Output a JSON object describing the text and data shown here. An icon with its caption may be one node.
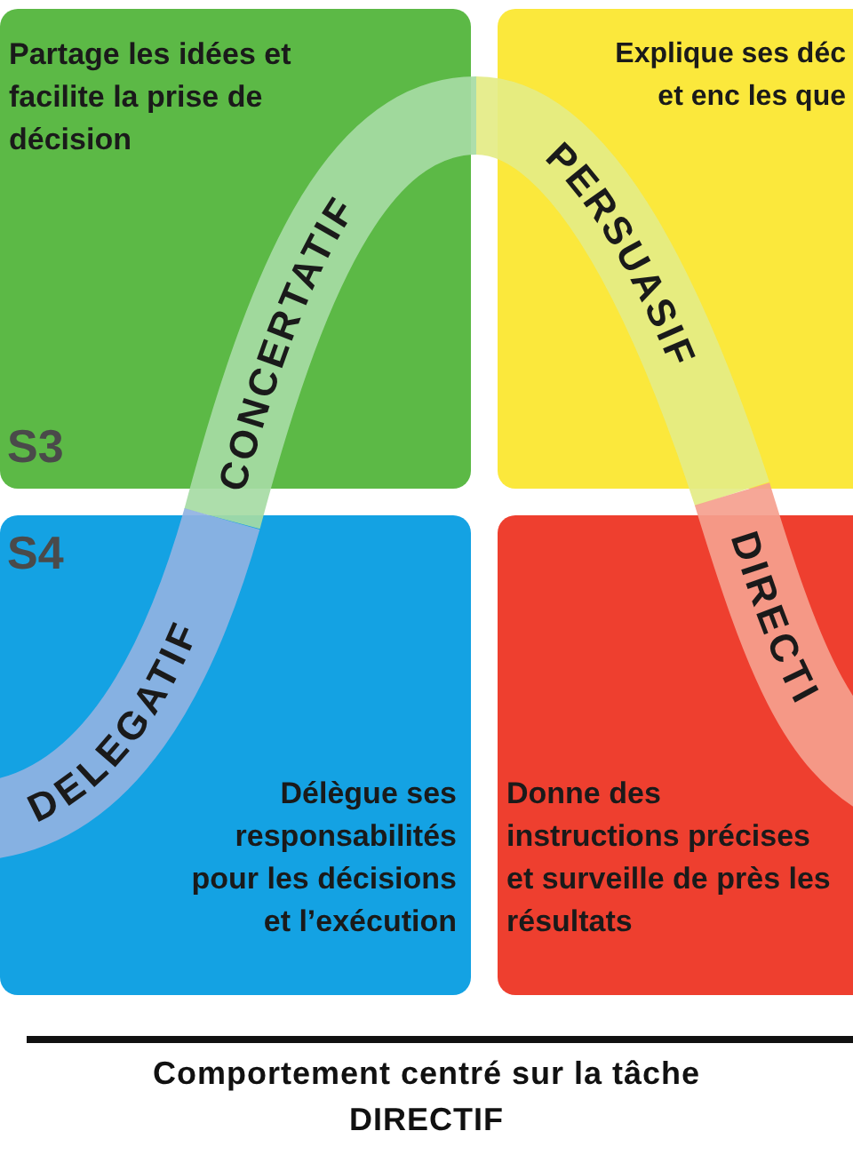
{
  "diagram": {
    "nodes": [
      {
        "text": [
          "Partage les idées et facilite la prise de décision",
          "S3"
        ]
      },
      {
        "text": [
          "Explique ses déc et enc les que"
        ]
      },
      {
        "text": [
          "S4",
          "Délègue ses responsabilités pour les décisions et l’exécution"
        ]
      },
      {
        "text": [
          "Donne des instructions précises et surveille de près les résultats"
        ]
      }
    ],
    "labels": [
      "CONCERTATIF",
      "PERSUASIF",
      "DELEGATIF",
      "DIRECTI",
      "Comportement centré sur la tâche",
      "DIRECTIF"
    ]
  }
}
